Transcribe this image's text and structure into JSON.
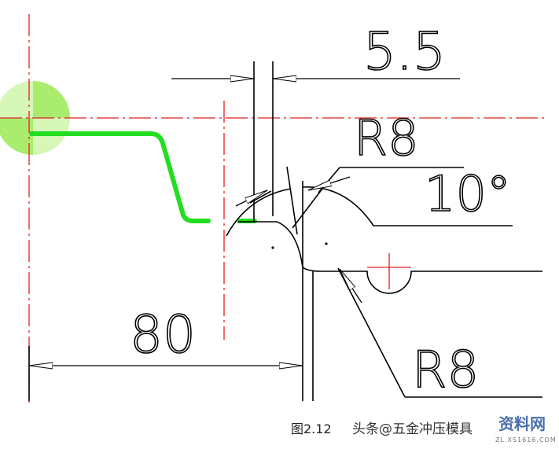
{
  "dimensions": {
    "gap": "5.5",
    "radius_top": "R8",
    "angle": "10°",
    "length": "80",
    "radius_bottom": "R8"
  },
  "caption": {
    "figure": "图2.12",
    "source": "头条@五金冲压模具"
  },
  "watermark": {
    "name": "资料网",
    "url": "ZL.XS1616.COM"
  },
  "colors": {
    "centerline": "#e02020",
    "tool_path": "#22dd22",
    "origin_marker": "#b8f08a",
    "outline": "#000000"
  }
}
